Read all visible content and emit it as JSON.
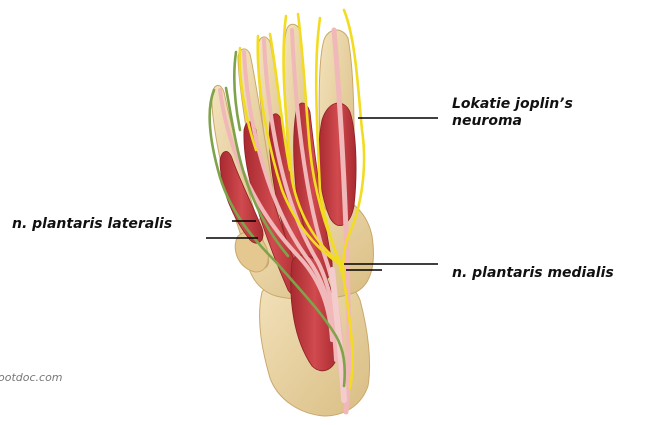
{
  "labels": {
    "joplin_line1": "Lokatie joplin’s",
    "joplin_line2": "neuroma",
    "lateral": "n. plantaris lateralis",
    "medial": "n. plantaris medialis"
  },
  "credit": "ootdoc.com",
  "colors": {
    "bone": "#e9d3a4",
    "muscle": "#c8383d",
    "tendon": "#f0b8b8",
    "medial_nerve": "#f2dc21",
    "lateral_nerve": "#7ea34a",
    "leader_line": "#000000"
  }
}
